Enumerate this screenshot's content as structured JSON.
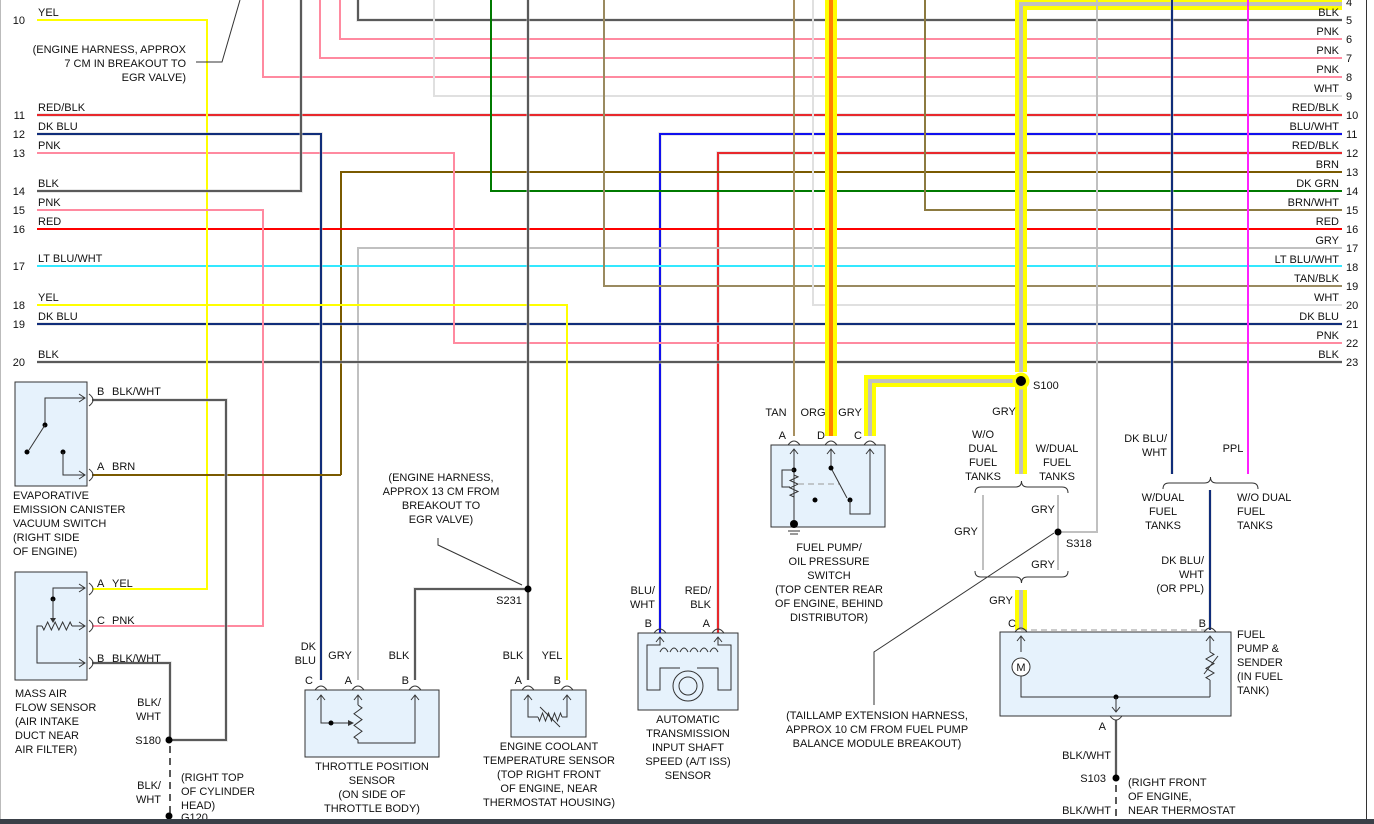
{
  "colors": {
    "YEL": "#ffff00",
    "RED_BLK": "#e8282c",
    "DK_BLU": "#102d7a",
    "PNK": "#ff8aa0",
    "BLK": "#5a5a5a",
    "RED": "#ff0000",
    "LT_BLU_WHT": "#33e8ff",
    "BRN": "#7a5a00",
    "WHT": "#e0e0e0",
    "BLU_WHT": "#1010ee",
    "DK_GRN": "#007a00",
    "BRN_WHT": "#8c7a40",
    "GRY": "#c0c0c0",
    "TAN_BLK": "#9a8a60",
    "TAN": "#a89060",
    "ORG": "#ff8000",
    "PPL": "#ff20ff",
    "highlight": "#ffff00",
    "component_fill": "#e6f2fc"
  },
  "left_pins": [
    {
      "num": "10",
      "color": "YEL"
    },
    {
      "num": "11",
      "color": "RED/BLK"
    },
    {
      "num": "12",
      "color": "DK BLU"
    },
    {
      "num": "13",
      "color": "PNK"
    },
    {
      "num": "14",
      "color": "BLK"
    },
    {
      "num": "15",
      "color": "PNK"
    },
    {
      "num": "16",
      "color": "RED"
    },
    {
      "num": "17",
      "color": "LT BLU/WHT"
    },
    {
      "num": "18",
      "color": "YEL"
    },
    {
      "num": "19",
      "color": "DK BLU"
    },
    {
      "num": "20",
      "color": "BLK"
    }
  ],
  "right_pins": [
    {
      "num": "4",
      "color": ""
    },
    {
      "num": "5",
      "color": "BLK"
    },
    {
      "num": "6",
      "color": "PNK"
    },
    {
      "num": "7",
      "color": "PNK"
    },
    {
      "num": "8",
      "color": "PNK"
    },
    {
      "num": "9",
      "color": "WHT"
    },
    {
      "num": "10",
      "color": "RED/BLK"
    },
    {
      "num": "11",
      "color": "BLU/WHT"
    },
    {
      "num": "12",
      "color": "RED/BLK"
    },
    {
      "num": "13",
      "color": "BRN"
    },
    {
      "num": "14",
      "color": "DK GRN"
    },
    {
      "num": "15",
      "color": "BRN/WHT"
    },
    {
      "num": "16",
      "color": "RED"
    },
    {
      "num": "17",
      "color": "GRY"
    },
    {
      "num": "18",
      "color": "LT BLU/WHT"
    },
    {
      "num": "19",
      "color": "TAN/BLK"
    },
    {
      "num": "20",
      "color": "WHT"
    },
    {
      "num": "21",
      "color": "DK BLU"
    },
    {
      "num": "22",
      "color": "PNK"
    },
    {
      "num": "23",
      "color": "BLK"
    }
  ],
  "notes": {
    "egr_top": [
      "(ENGINE HARNESS, APPROX",
      "7 CM IN BREAKOUT TO",
      "EGR VALVE)"
    ],
    "egr_s231": [
      "(ENGINE HARNESS,",
      "APPROX 13 CM FROM",
      "BREAKOUT TO",
      "EGR VALVE)"
    ],
    "taillamp": [
      "(TAILLAMP EXTENSION HARNESS,",
      "APPROX 10 CM FROM FUEL PUMP",
      "BALANCE MODULE BREAKOUT)"
    ],
    "g120_loc": [
      "(RIGHT TOP",
      "OF CYLINDER",
      "HEAD)"
    ],
    "s103_loc": [
      "(RIGHT FRONT",
      "OF ENGINE,",
      "NEAR THERMOSTAT"
    ]
  },
  "components": {
    "evap": {
      "name": [
        "EVAPORATIVE",
        "EMISSION CANISTER",
        "VACUUM SWITCH",
        "(RIGHT SIDE",
        "OF ENGINE)"
      ],
      "pin_b": "B",
      "pin_b_wire": "BLK/WHT",
      "pin_a": "A",
      "pin_a_wire": "BRN"
    },
    "maf": {
      "name": [
        "MASS AIR",
        "FLOW SENSOR",
        "(AIR INTAKE",
        "DUCT NEAR",
        "AIR FILTER)"
      ],
      "pin_a": "A",
      "pin_a_wire": "YEL",
      "pin_c": "C",
      "pin_c_wire": "PNK",
      "pin_b": "B",
      "pin_b_wire": "BLK/WHT"
    },
    "tps": {
      "name": [
        "THROTTLE POSITION",
        "SENSOR",
        "(ON SIDE OF",
        "THROTTLE BODY)"
      ],
      "pin_c": "C",
      "pin_c_wire": [
        "DK",
        "BLU"
      ],
      "pin_a": "A",
      "pin_a_wire": "GRY",
      "pin_b": "B",
      "pin_b_wire": "BLK"
    },
    "ect": {
      "name": [
        "ENGINE COOLANT",
        "TEMPERATURE SENSOR",
        "(TOP RIGHT FRONT",
        "OF ENGINE, NEAR",
        "THERMOSTAT HOUSING)"
      ],
      "pin_a": "A",
      "pin_a_wire": "BLK",
      "pin_b": "B",
      "pin_b_wire": "YEL"
    },
    "iss": {
      "name": [
        "AUTOMATIC",
        "TRANSMISSION",
        "INPUT SHAFT",
        "SPEED (A/T ISS)",
        "SENSOR"
      ],
      "pin_b": "B",
      "pin_b_wire": [
        "BLU/",
        "WHT"
      ],
      "pin_a": "A",
      "pin_a_wire": [
        "RED/",
        "BLK"
      ]
    },
    "fpops": {
      "name": [
        "FUEL PUMP/",
        "OIL PRESSURE",
        "SWITCH",
        "(TOP CENTER REAR",
        "OF ENGINE, BEHIND",
        "DISTRIBUTOR)"
      ],
      "pin_a": "A",
      "pin_a_wire": "TAN",
      "pin_d": "D",
      "pin_d_wire": "ORG",
      "pin_c": "C",
      "pin_c_wire": "GRY"
    },
    "fuel_pump": {
      "name": [
        "FUEL",
        "PUMP &",
        "SENDER",
        "(IN FUEL",
        "TANK)"
      ],
      "pin_c": "C",
      "pin_b": "B",
      "pin_a": "A",
      "motor": "M"
    }
  },
  "splices": {
    "s100": "S100",
    "s318": "S318",
    "s231": "S231",
    "s180": "S180",
    "s103": "S103",
    "g120": "G120"
  },
  "wire_labels": {
    "s100_gry": "GRY",
    "wo_dual": [
      "W/O",
      "DUAL",
      "FUEL",
      "TANKS"
    ],
    "w_dual": [
      "W/DUAL",
      "FUEL",
      "TANKS"
    ],
    "gry_left": "GRY",
    "gry_s318_top": "GRY",
    "gry_s318_bot": "GRY",
    "gry_pump": "GRY",
    "dkblu_wht_top": [
      "DK BLU/",
      "WHT"
    ],
    "ppl_top": "PPL",
    "w_dual_r": [
      "W/DUAL",
      "FUEL",
      "TANKS"
    ],
    "wo_dual_r": [
      "W/O DUAL",
      "FUEL",
      "TANKS"
    ],
    "dkblu_wht_or_ppl": [
      "DK BLU/",
      "WHT",
      "(OR PPL)"
    ],
    "blk_wht_s103_top": "BLK/WHT",
    "blk_wht_s103_bot": "BLK/WHT",
    "maf_blk_wht": [
      "BLK/",
      "WHT"
    ],
    "g120_blk_wht": [
      "BLK/",
      "WHT"
    ]
  }
}
